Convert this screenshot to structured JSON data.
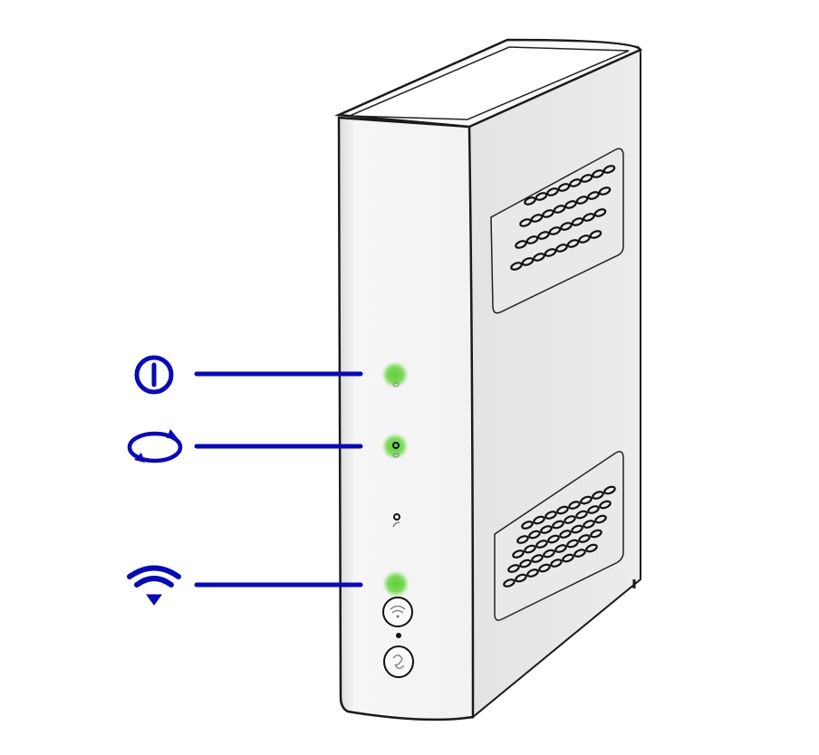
{
  "colors": {
    "indicator_blue": "#0a0ab4",
    "led_green": "#5fcf3a",
    "router_body": "#f3f4f5",
    "outline": "#1a1a1a"
  },
  "indicators": [
    {
      "icon": "power-icon",
      "led_state": "on",
      "led_color": "green"
    },
    {
      "icon": "sync-icon",
      "led_state": "on",
      "led_color": "green"
    },
    {
      "icon": "wifi-icon",
      "led_state": "on",
      "led_color": "green"
    }
  ],
  "router": {
    "buttons": [
      "wifi-button-icon",
      "wps-button-icon"
    ]
  }
}
